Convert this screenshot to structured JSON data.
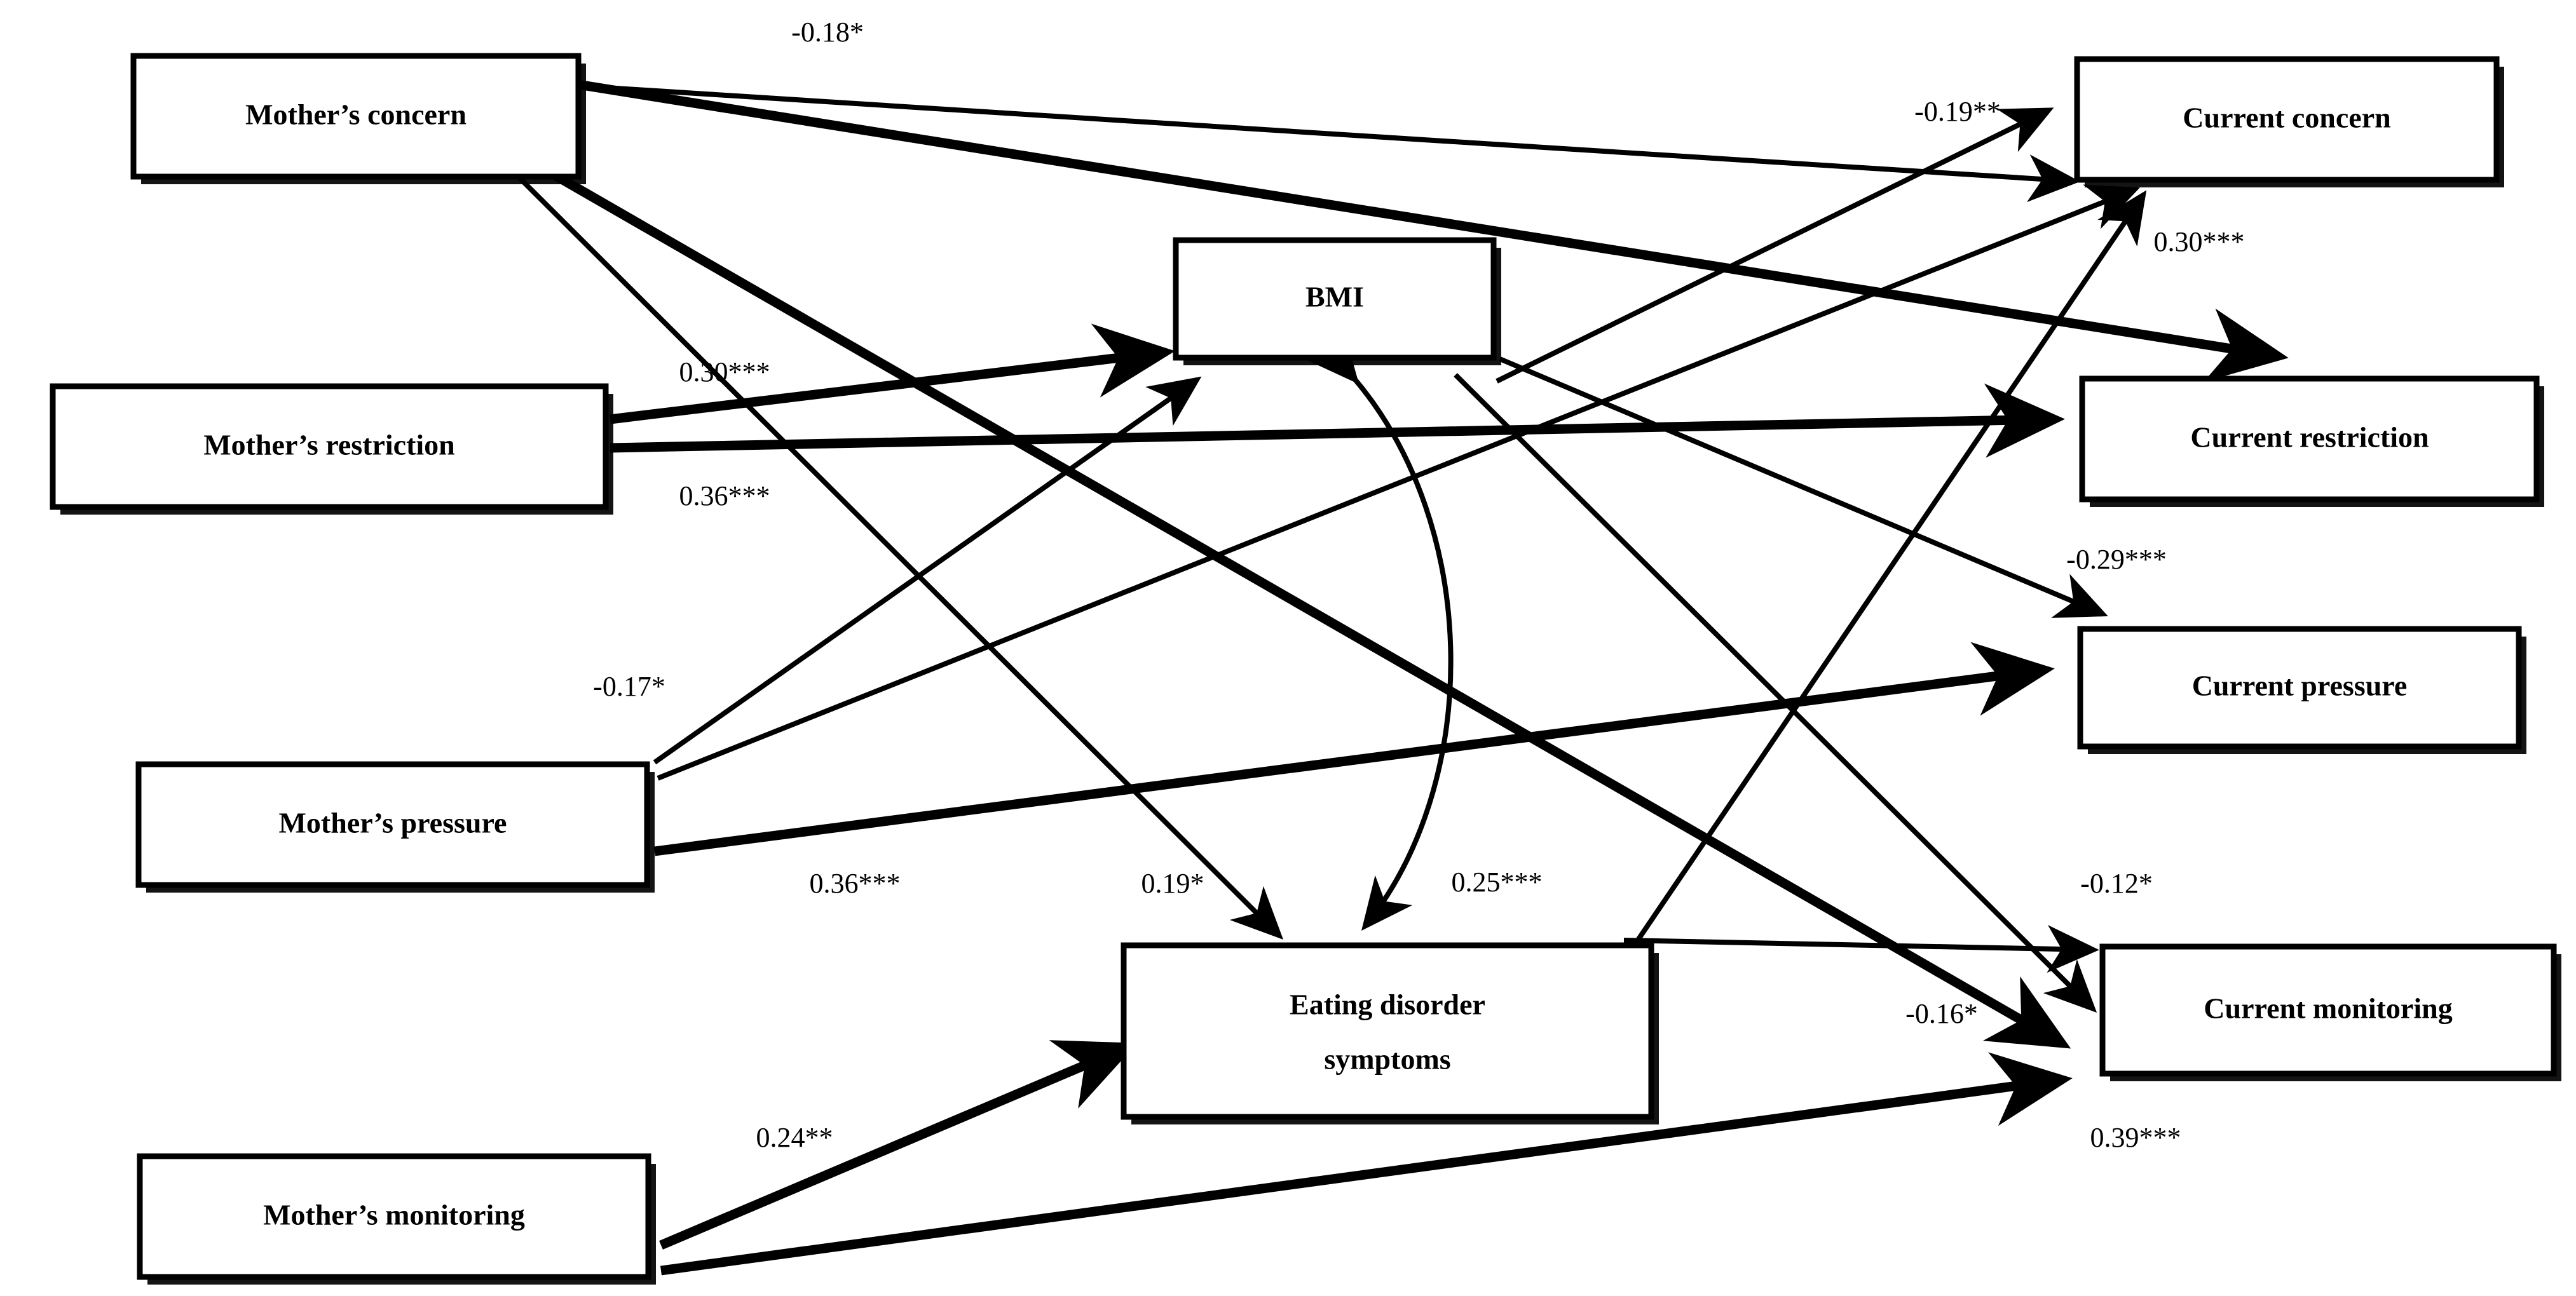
{
  "figure": {
    "type": "path-diagram",
    "background_color": "#ffffff",
    "line_color": "#000000",
    "box_fill_color": "#ffffff"
  },
  "nodes": {
    "mothers_concern": {
      "label": "Mother’s concern"
    },
    "mothers_restriction": {
      "label": "Mother’s restriction"
    },
    "mothers_pressure": {
      "label": "Mother’s pressure"
    },
    "mothers_monitoring": {
      "label": "Mother’s monitoring"
    },
    "bmi": {
      "label": "BMI"
    },
    "eating_disorder": {
      "label_line1": "Eating disorder",
      "label_line2": "symptoms"
    },
    "current_concern": {
      "label": "Current concern"
    },
    "current_restriction": {
      "label": "Current restriction"
    },
    "current_pressure": {
      "label": "Current pressure"
    },
    "current_monitoring": {
      "label": "Current monitoring"
    }
  },
  "edge_labels": {
    "concern_to_restriction": "-0.18*",
    "restriction_to_bmi": "0.30***",
    "restriction_to_currestriction": "0.36***",
    "bmi_to_concern": "-0.19**",
    "concern_to_curconcern": "0.30***",
    "pressure_to_bmi": "-0.17*",
    "pressure_to_curpressure": "0.36***",
    "bmi_to_pressure_neg": "-0.29***",
    "concern_to_ed": "0.19*",
    "bmi_ed_corr": "0.25***",
    "ed_to_monitoring": "-0.12*",
    "bmi_to_monitoring": "-0.16*",
    "monitoring_to_ed": "0.24**",
    "monitoring_to_curmonitoring": "0.39***"
  },
  "chart_data": {
    "type": "diagram",
    "title": "",
    "description": "Structural path model relating recalled maternal feeding practices, BMI and eating disorder symptoms to current feeding practices.",
    "paths": [
      {
        "from": "Mother’s concern",
        "to": "Current restriction",
        "coefficient": -0.18,
        "significance": "*",
        "label": "-0.18*"
      },
      {
        "from": "Mother’s concern",
        "to": "Current concern",
        "coefficient": 0.3,
        "significance": "***",
        "label": "0.30***"
      },
      {
        "from": "Mother’s concern",
        "to": "Eating disorder symptoms",
        "coefficient": 0.19,
        "significance": "*",
        "label": "0.19*"
      },
      {
        "from": "Mother’s restriction",
        "to": "BMI",
        "coefficient": 0.3,
        "significance": "***",
        "label": "0.30***"
      },
      {
        "from": "Mother’s restriction",
        "to": "Current restriction",
        "coefficient": 0.36,
        "significance": "***",
        "label": "0.36***"
      },
      {
        "from": "Mother’s pressure",
        "to": "BMI",
        "coefficient": -0.17,
        "significance": "*",
        "label": "-0.17*"
      },
      {
        "from": "Mother’s pressure",
        "to": "Current pressure",
        "coefficient": 0.36,
        "significance": "***",
        "label": "0.36***"
      },
      {
        "from": "Mother’s monitoring",
        "to": "Eating disorder symptoms",
        "coefficient": 0.24,
        "significance": "**",
        "label": "0.24**"
      },
      {
        "from": "Mother’s monitoring",
        "to": "Current monitoring",
        "coefficient": 0.39,
        "significance": "***",
        "label": "0.39***"
      },
      {
        "from": "BMI",
        "to": "Current concern",
        "coefficient": -0.19,
        "significance": "**",
        "label": "-0.19**"
      },
      {
        "from": "BMI",
        "to": "Current pressure",
        "coefficient": -0.29,
        "significance": "***",
        "label": "-0.29***"
      },
      {
        "from": "BMI",
        "to": "Current monitoring",
        "coefficient": -0.16,
        "significance": "*",
        "label": "-0.16*"
      },
      {
        "from": "Eating disorder symptoms",
        "to": "Current monitoring",
        "coefficient": -0.12,
        "significance": "*",
        "label": "-0.12*"
      },
      {
        "from": "BMI",
        "to": "Eating disorder symptoms",
        "coefficient": 0.25,
        "significance": "***",
        "label": "0.25***",
        "type": "covariance"
      }
    ]
  }
}
